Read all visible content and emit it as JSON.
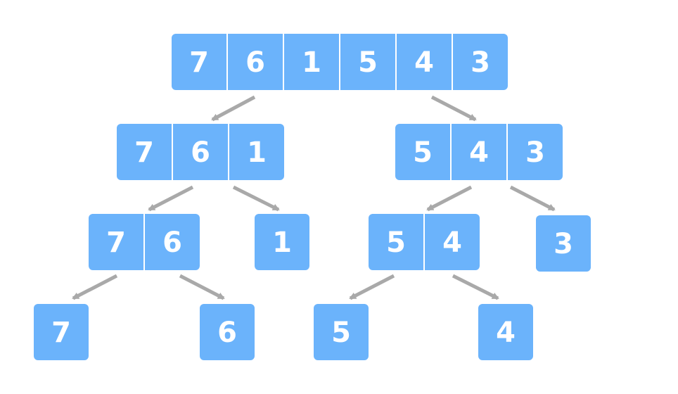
{
  "colors": {
    "cell_fill": "#6bb3fb",
    "cell_divider": "#ffffff",
    "cell_text": "#ffffff",
    "arrow": "#a9a9a9",
    "background": "#ffffff"
  },
  "tree": {
    "root": {
      "values": [
        "7",
        "6",
        "1",
        "5",
        "4",
        "3"
      ]
    },
    "level1": {
      "left": {
        "values": [
          "7",
          "6",
          "1"
        ]
      },
      "right": {
        "values": [
          "5",
          "4",
          "3"
        ]
      }
    },
    "level2": {
      "left_left": {
        "values": [
          "7",
          "6"
        ]
      },
      "left_right": {
        "values": [
          "1"
        ]
      },
      "right_left": {
        "values": [
          "5",
          "4"
        ]
      },
      "right_right": {
        "values": [
          "3"
        ]
      }
    },
    "level3": {
      "a": {
        "values": [
          "7"
        ]
      },
      "b": {
        "values": [
          "6"
        ]
      },
      "c": {
        "values": [
          "5"
        ]
      },
      "d": {
        "values": [
          "4"
        ]
      }
    }
  }
}
